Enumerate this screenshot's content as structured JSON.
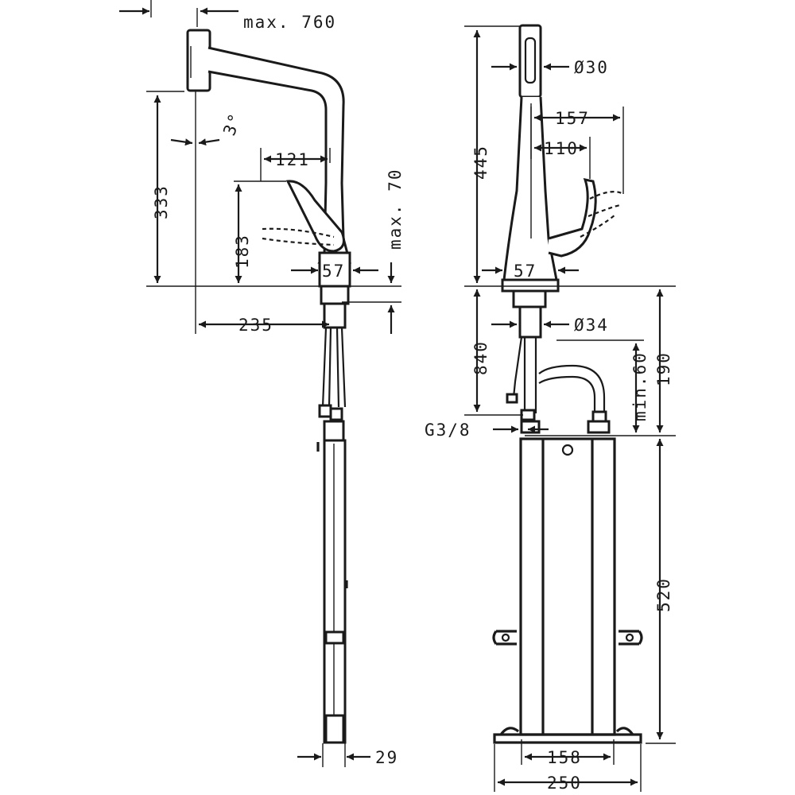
{
  "dimensions": {
    "max_reach": "max. 760",
    "angle": "3°",
    "spout_height": "333",
    "lever_height": "183",
    "lever_reach": "121",
    "max_deck": "max. 70",
    "base_left": "57",
    "reach": "235",
    "hose_dia": "29",
    "total_height": "445",
    "spout_dia": "Ø30",
    "spray_reach": "157",
    "lever_depth": "110",
    "base_right": "57",
    "shank_dia": "Ø34",
    "hose_length": "840",
    "connection": "G3/8",
    "min_clear": "min.60",
    "shank_length": "190",
    "box_height": "520",
    "box_inner": "158",
    "box_width": "250"
  }
}
